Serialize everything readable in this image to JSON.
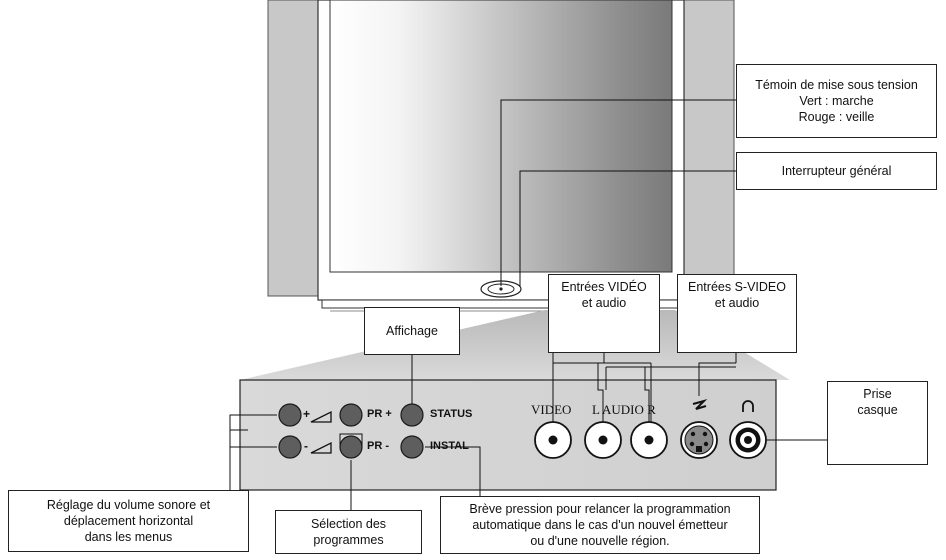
{
  "callouts": {
    "power_indicator": {
      "title": "Témoin de mise sous tension",
      "green": "Vert : marche",
      "red": "Rouge : veille"
    },
    "main_switch": "Interrupteur général",
    "display": "Affichage",
    "video_inputs": {
      "line1": "Entrées VIDÉO",
      "line2": "et audio"
    },
    "svideo_inputs": {
      "line1": "Entrées S-VIDEO",
      "line2": "et audio"
    },
    "headphone": {
      "line1": "Prise",
      "line2": "casque"
    },
    "volume": {
      "line1": "Réglage du volume sonore et",
      "line2": "déplacement horizontal",
      "line3": "dans les menus"
    },
    "programmes": {
      "line1": "Sélection des",
      "line2": "programmes"
    },
    "install": {
      "line1": "Brève pression pour relancer la programmation",
      "line2": "automatique dans le cas d'un nouvel émetteur",
      "line3": "ou d'une nouvelle région."
    }
  },
  "panel": {
    "plus": "+",
    "minus": "-",
    "pr_plus": "PR +",
    "pr_minus": "PR -",
    "status": "STATUS",
    "instal": "INSTAL",
    "video": "VIDEO",
    "l_audio_r": "L AUDIO R"
  }
}
